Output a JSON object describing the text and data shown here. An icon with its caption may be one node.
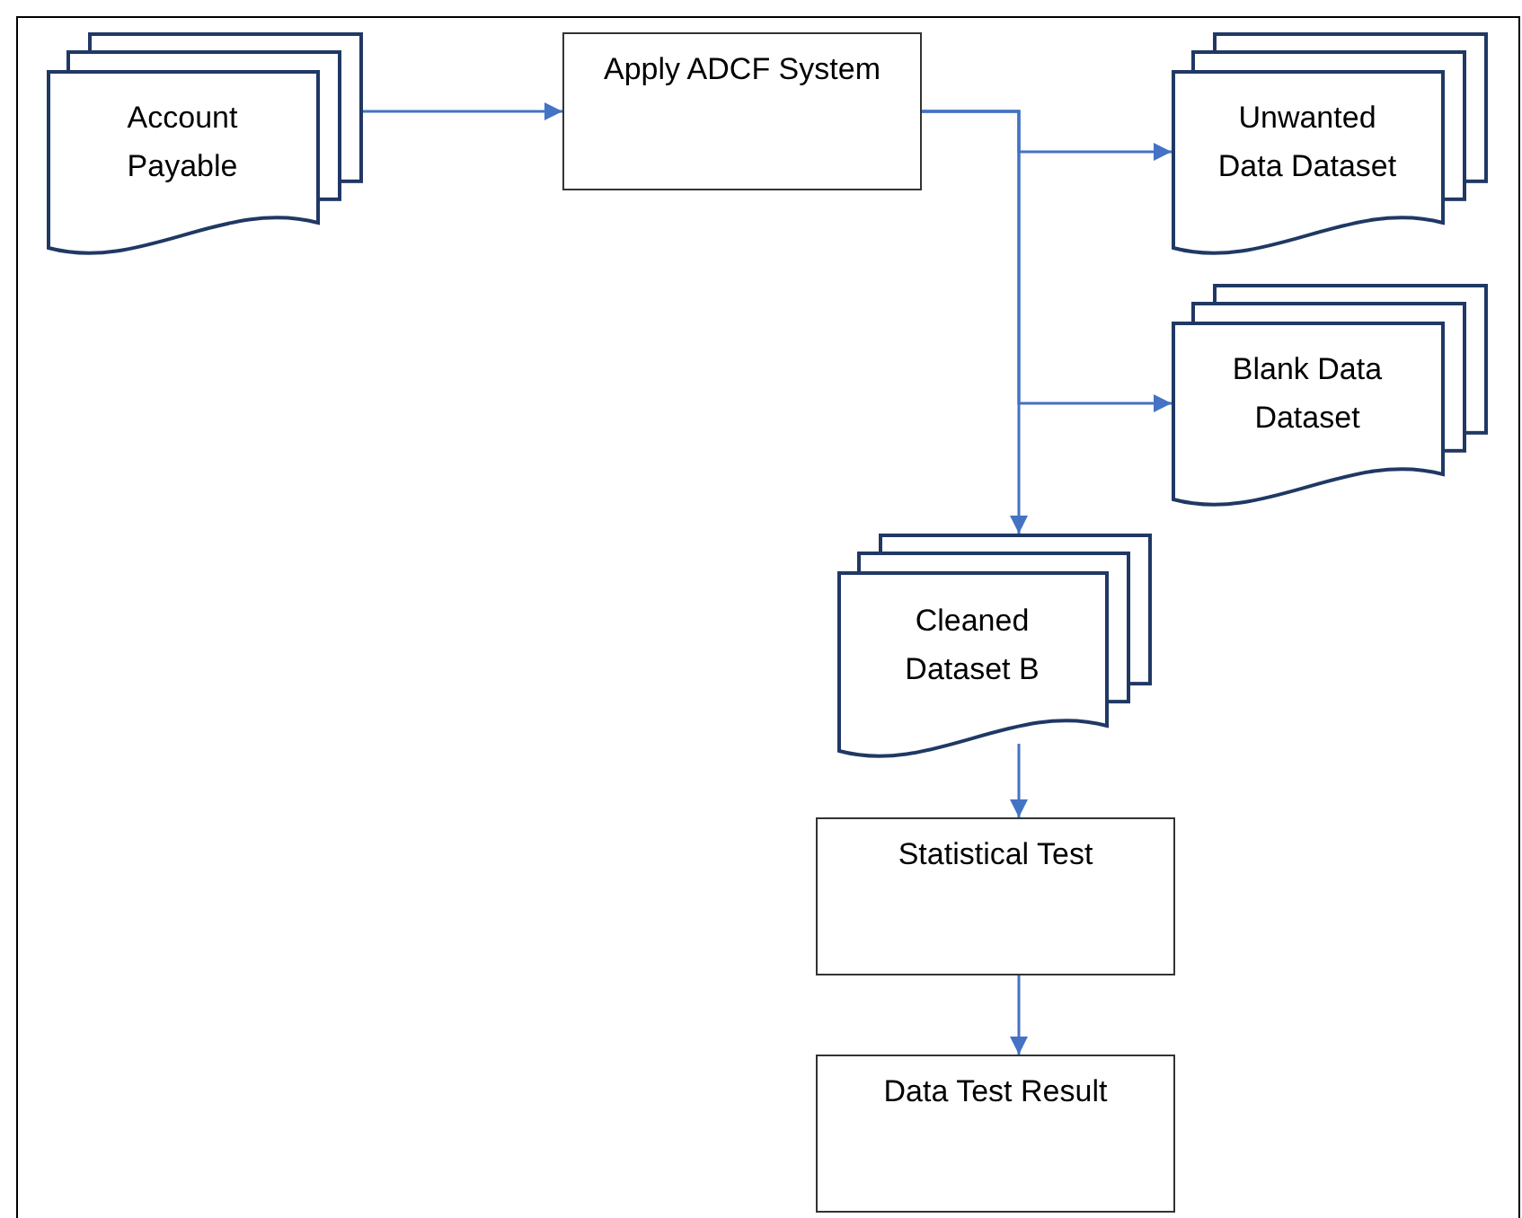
{
  "diagram": {
    "nodes": [
      {
        "text": [
          "Account Payable"
        ]
      },
      {
        "text": [
          "Apply ADCF System"
        ]
      },
      {
        "text": [
          "Unwanted Data Dataset"
        ]
      },
      {
        "text": [
          "Blank Data Dataset"
        ]
      },
      {
        "text": [
          "Cleaned Dataset B"
        ]
      },
      {
        "text": [
          "Statistical Test"
        ]
      },
      {
        "text": [
          "Data Test Result"
        ]
      }
    ],
    "edges": [
      {
        "from": 0,
        "to": 1,
        "arrow": "to"
      },
      {
        "from": 1,
        "to": 2,
        "arrow": "to"
      },
      {
        "from": 1,
        "to": 3,
        "arrow": "to"
      },
      {
        "from": 1,
        "to": 4,
        "arrow": "to"
      },
      {
        "from": 4,
        "to": 5,
        "arrow": "to"
      },
      {
        "from": 5,
        "to": 6,
        "arrow": "to"
      }
    ]
  }
}
